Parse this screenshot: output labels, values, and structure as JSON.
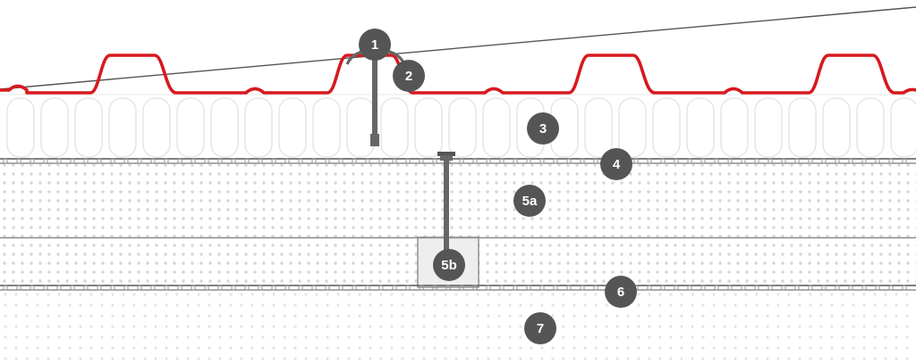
{
  "colors": {
    "profile_sheet": "#d7191f",
    "marker_fill": "#555555",
    "marker_text": "#ffffff",
    "fastener": "#666666",
    "membrane": "#444444",
    "layer_line": "#777777",
    "dot_fill": "#d6d6d6",
    "insulation_outline": "#e4e4e4",
    "block_fill": "#eeeeee"
  },
  "markers": [
    {
      "id": "m1",
      "label": "1"
    },
    {
      "id": "m2",
      "label": "2"
    },
    {
      "id": "m3",
      "label": "3"
    },
    {
      "id": "m4",
      "label": "4"
    },
    {
      "id": "m5a",
      "label": "5a"
    },
    {
      "id": "m5b",
      "label": "5b"
    },
    {
      "id": "m6",
      "label": "6"
    },
    {
      "id": "m7",
      "label": "7"
    }
  ]
}
